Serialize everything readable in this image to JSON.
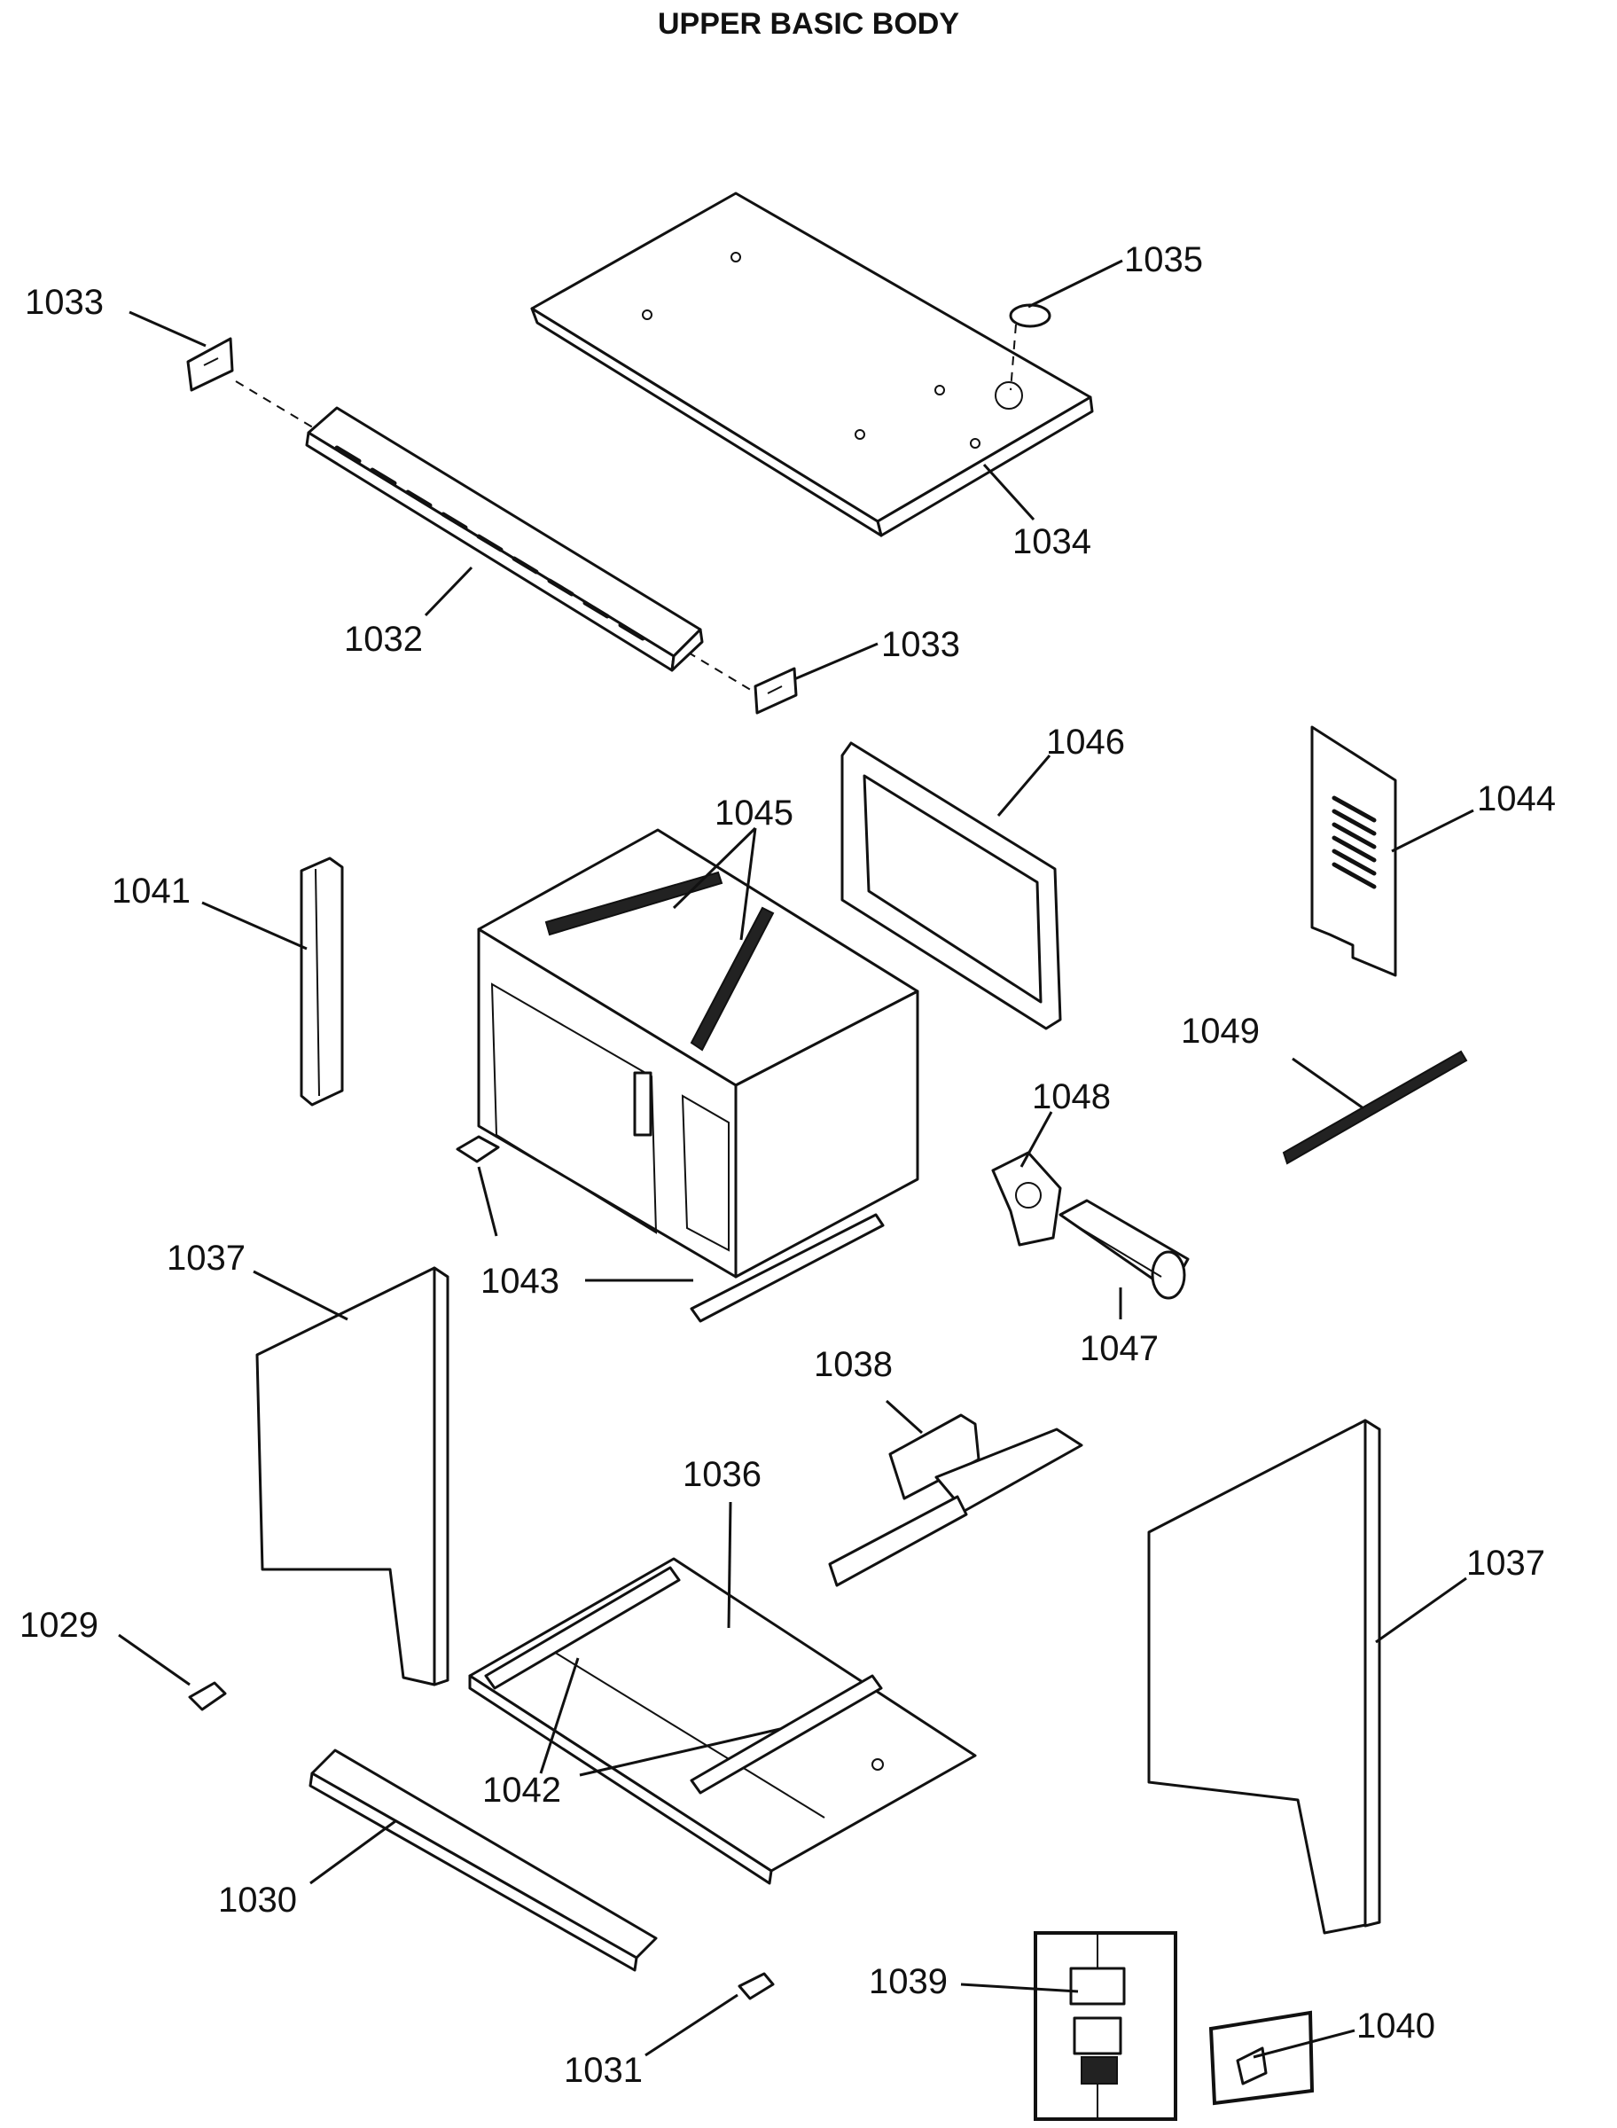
{
  "title": "UPPER BASIC BODY",
  "callouts": {
    "c1033a": "1033",
    "c1035": "1035",
    "c1034": "1034",
    "c1032": "1032",
    "c1033b": "1033",
    "c1046": "1046",
    "c1045": "1045",
    "c1044": "1044",
    "c1041": "1041",
    "c1049": "1049",
    "c1048": "1048",
    "c1037a": "1037",
    "c1043": "1043",
    "c1047": "1047",
    "c1038": "1038",
    "c1036": "1036",
    "c1037b": "1037",
    "c1029": "1029",
    "c1042": "1042",
    "c1030": "1030",
    "c1039": "1039",
    "c1040": "1040",
    "c1031": "1031"
  }
}
